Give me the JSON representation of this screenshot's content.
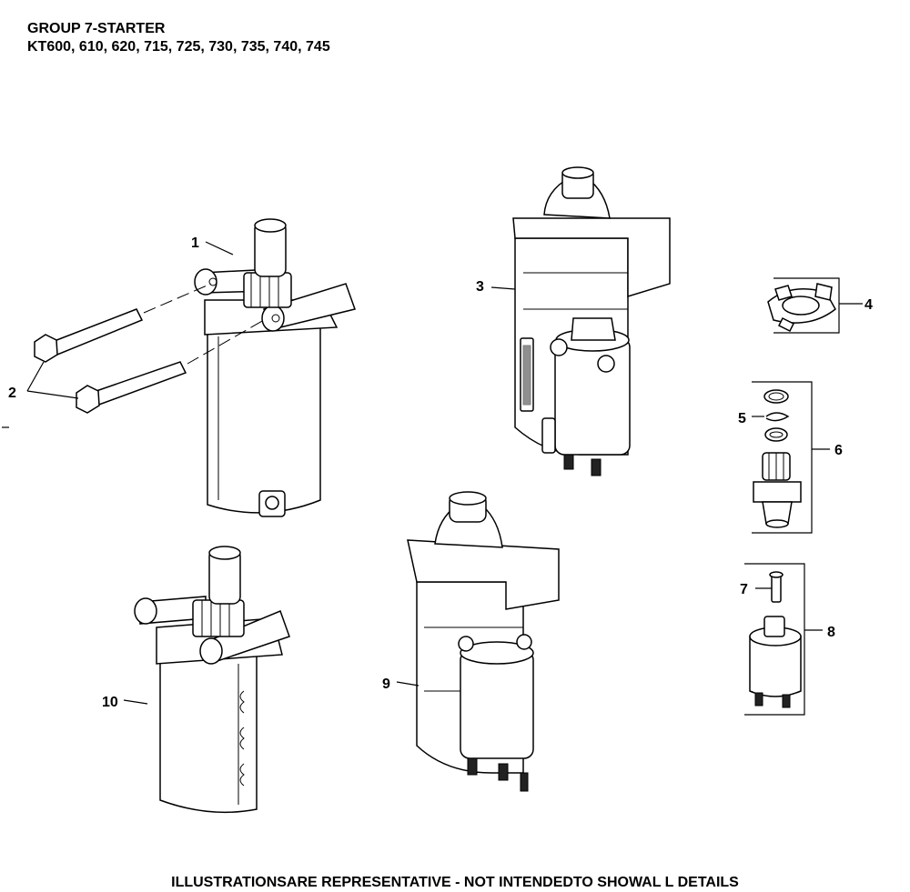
{
  "header": {
    "title": "GROUP 7-STARTER",
    "models": "KT600, 610, 620, 715, 725, 730, 735, 740, 745"
  },
  "footer": {
    "note": "ILLUSTRATIONSARE REPRESENTATIVE - NOT INTENDEDTO SHOWAL L DETAILS"
  },
  "callouts": [
    "1",
    "2",
    "3",
    "4",
    "5",
    "6",
    "7",
    "8",
    "9",
    "10"
  ]
}
